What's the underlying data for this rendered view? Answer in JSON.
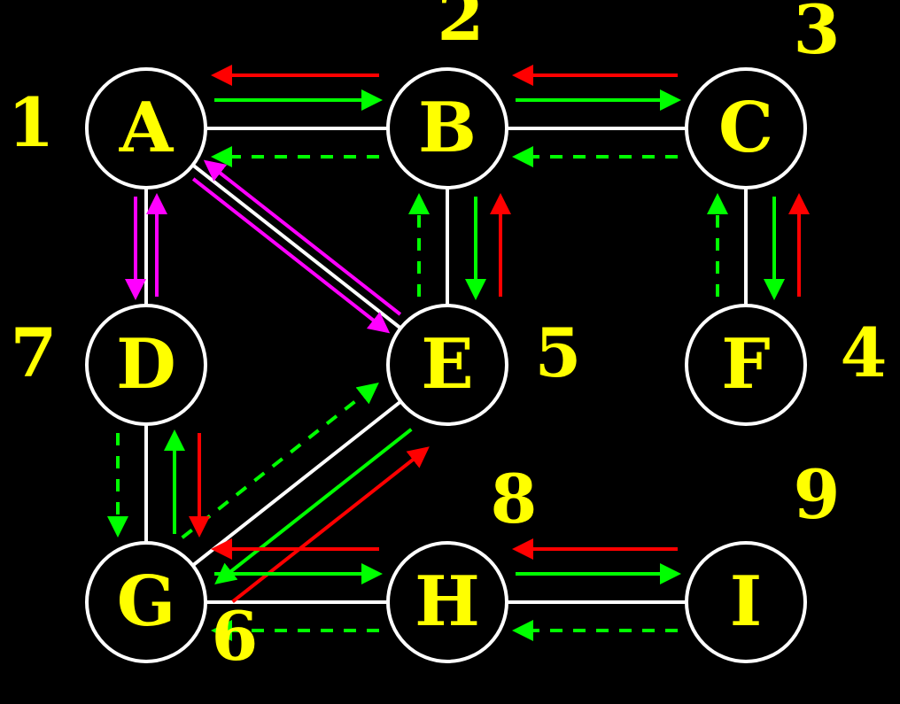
{
  "colors": {
    "background": "#000000",
    "edge": "#ffffff",
    "node_fill": "#000000",
    "node_stroke": "#ffffff",
    "label": "#ffff00",
    "forward": "#00ff00",
    "backward": "#ff0000",
    "back_edge": "#ff00ff"
  },
  "nodes": [
    {
      "id": "A",
      "label": "A"
    },
    {
      "id": "B",
      "label": "B"
    },
    {
      "id": "C",
      "label": "C"
    },
    {
      "id": "D",
      "label": "D"
    },
    {
      "id": "E",
      "label": "E"
    },
    {
      "id": "F",
      "label": "F"
    },
    {
      "id": "G",
      "label": "G"
    },
    {
      "id": "H",
      "label": "H"
    },
    {
      "id": "I",
      "label": "I"
    }
  ],
  "visit_order": [
    {
      "node": "A",
      "number": "1"
    },
    {
      "node": "B",
      "number": "2"
    },
    {
      "node": "C",
      "number": "3"
    },
    {
      "node": "F",
      "number": "4"
    },
    {
      "node": "E",
      "number": "5"
    },
    {
      "node": "G",
      "number": "6"
    },
    {
      "node": "D",
      "number": "7"
    },
    {
      "node": "H",
      "number": "8"
    },
    {
      "node": "I",
      "number": "9"
    }
  ],
  "edges": [
    {
      "from": "A",
      "to": "B"
    },
    {
      "from": "B",
      "to": "C"
    },
    {
      "from": "A",
      "to": "D"
    },
    {
      "from": "A",
      "to": "E"
    },
    {
      "from": "B",
      "to": "E"
    },
    {
      "from": "C",
      "to": "F"
    },
    {
      "from": "D",
      "to": "G"
    },
    {
      "from": "E",
      "to": "G"
    },
    {
      "from": "G",
      "to": "H"
    },
    {
      "from": "H",
      "to": "I"
    }
  ],
  "arrows": [
    {
      "from": "A",
      "to": "B",
      "kind": "forward"
    },
    {
      "from": "B",
      "to": "A",
      "kind": "backward"
    },
    {
      "from": "B",
      "to": "A",
      "kind": "dashed"
    },
    {
      "from": "B",
      "to": "C",
      "kind": "forward"
    },
    {
      "from": "C",
      "to": "B",
      "kind": "backward"
    },
    {
      "from": "C",
      "to": "B",
      "kind": "dashed"
    },
    {
      "from": "C",
      "to": "F",
      "kind": "forward"
    },
    {
      "from": "F",
      "to": "C",
      "kind": "backward"
    },
    {
      "from": "F",
      "to": "C",
      "kind": "dashed"
    },
    {
      "from": "B",
      "to": "E",
      "kind": "forward"
    },
    {
      "from": "E",
      "to": "B",
      "kind": "backward"
    },
    {
      "from": "E",
      "to": "B",
      "kind": "dashed"
    },
    {
      "from": "A",
      "to": "E",
      "kind": "back-edge"
    },
    {
      "from": "E",
      "to": "A",
      "kind": "back-edge"
    },
    {
      "from": "A",
      "to": "D",
      "kind": "back-edge"
    },
    {
      "from": "D",
      "to": "A",
      "kind": "back-edge"
    },
    {
      "from": "E",
      "to": "G",
      "kind": "forward"
    },
    {
      "from": "G",
      "to": "E",
      "kind": "backward"
    },
    {
      "from": "G",
      "to": "E",
      "kind": "dashed"
    },
    {
      "from": "G",
      "to": "D",
      "kind": "forward"
    },
    {
      "from": "D",
      "to": "G",
      "kind": "backward"
    },
    {
      "from": "D",
      "to": "G",
      "kind": "dashed"
    },
    {
      "from": "G",
      "to": "H",
      "kind": "forward"
    },
    {
      "from": "H",
      "to": "G",
      "kind": "backward"
    },
    {
      "from": "H",
      "to": "G",
      "kind": "dashed"
    },
    {
      "from": "H",
      "to": "I",
      "kind": "forward"
    },
    {
      "from": "I",
      "to": "H",
      "kind": "backward"
    },
    {
      "from": "I",
      "to": "H",
      "kind": "dashed"
    }
  ]
}
